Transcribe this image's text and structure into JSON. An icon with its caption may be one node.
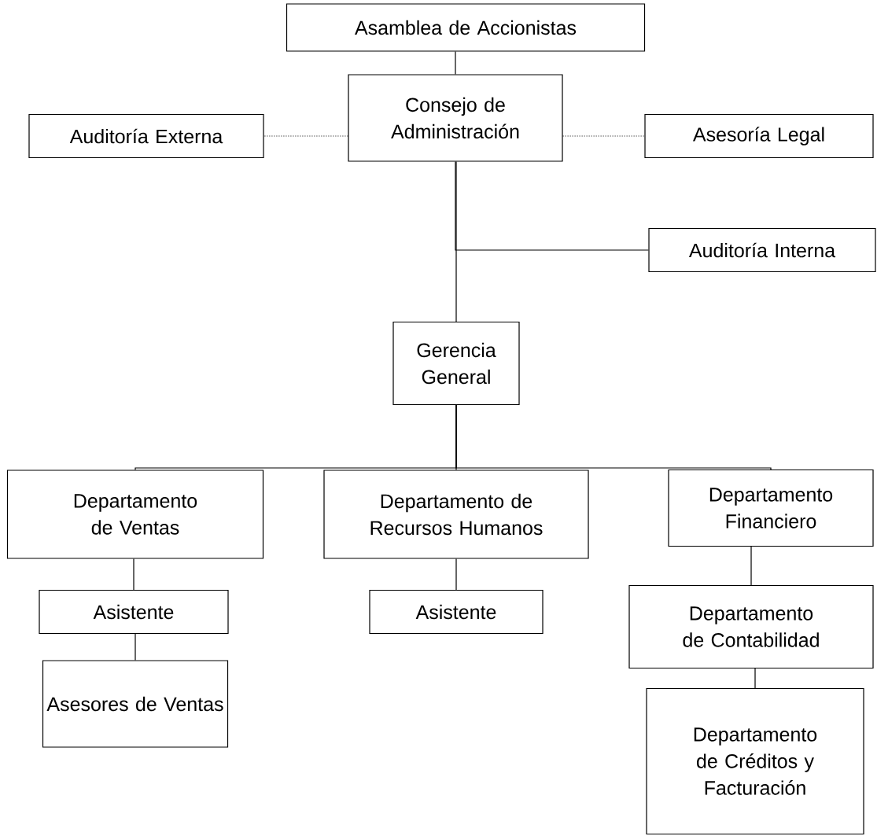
{
  "diagram": {
    "nodes": [
      {
        "text": [
          "Asamblea de Accionistas"
        ]
      },
      {
        "text": [
          "Consejo de Administración"
        ]
      },
      {
        "text": [
          "Auditoría Externa"
        ]
      },
      {
        "text": [
          "Asesoría Legal"
        ]
      },
      {
        "text": [
          "Auditoría Interna"
        ]
      },
      {
        "text": [
          "Gerencia General"
        ]
      },
      {
        "text": [
          "Departamento de Ventas"
        ]
      },
      {
        "text": [
          "Departamento de Recursos Humanos"
        ]
      },
      {
        "text": [
          "Departamento Financiero"
        ]
      },
      {
        "text": [
          "Asistente"
        ]
      },
      {
        "text": [
          "Asistente"
        ]
      },
      {
        "text": [
          "Asesores de Ventas"
        ]
      },
      {
        "text": [
          "Departamento de Contabilidad"
        ]
      },
      {
        "text": [
          "Departamento de Créditos y Facturación"
        ]
      }
    ],
    "edges": [
      {
        "from": 0,
        "to": 1,
        "arrow": "none"
      },
      {
        "from": 1,
        "to": 5,
        "arrow": "none"
      },
      {
        "from": 1,
        "to": 2,
        "arrow": "none",
        "style": "dashed"
      },
      {
        "from": 1,
        "to": 3,
        "arrow": "none",
        "style": "dashed"
      },
      {
        "from": 1,
        "to": 4,
        "arrow": "none"
      },
      {
        "from": 5,
        "to": 6,
        "arrow": "none"
      },
      {
        "from": 5,
        "to": 7,
        "arrow": "none"
      },
      {
        "from": 5,
        "to": 8,
        "arrow": "none"
      },
      {
        "from": 6,
        "to": 9,
        "arrow": "none"
      },
      {
        "from": 9,
        "to": 11,
        "arrow": "none"
      },
      {
        "from": 7,
        "to": 10,
        "arrow": "none"
      },
      {
        "from": 8,
        "to": 12,
        "arrow": "none"
      },
      {
        "from": 12,
        "to": 13,
        "arrow": "none"
      }
    ]
  }
}
